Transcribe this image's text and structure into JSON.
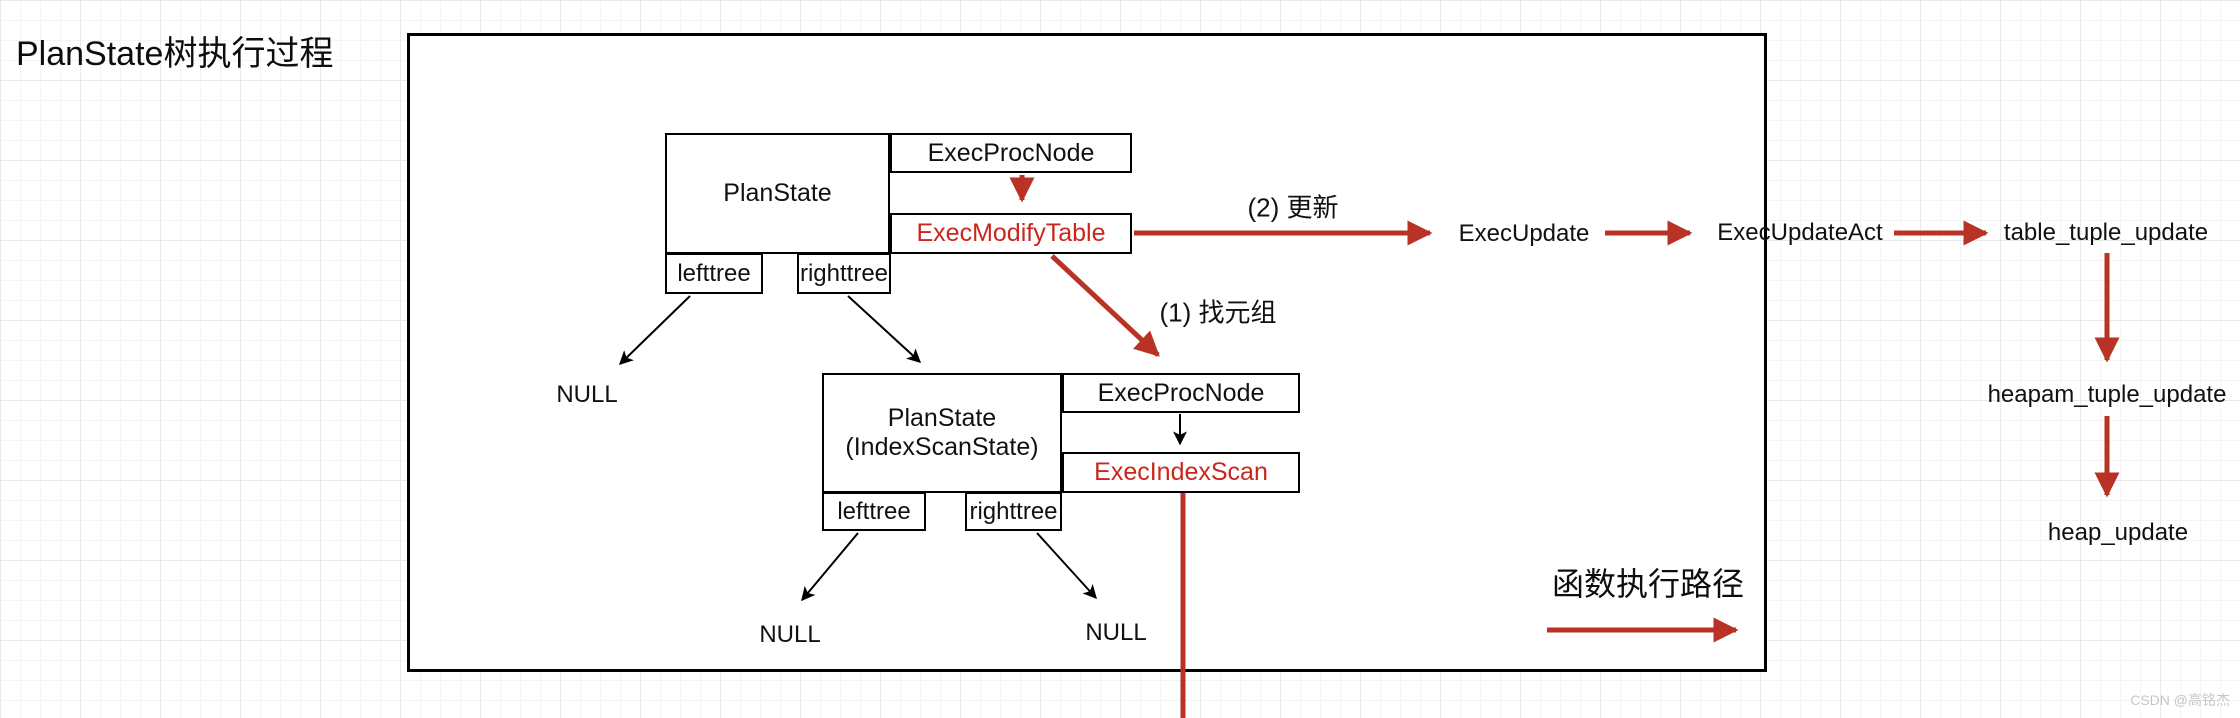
{
  "title": "PlanState树执行过程",
  "watermark": "CSDN @高铭杰",
  "colors": {
    "red_line": "#b93226",
    "red_text": "#c8271e",
    "black": "#000000",
    "watermark_gray": "#c6c6c6"
  },
  "legend": {
    "label": "函数执行路径"
  },
  "annotations": {
    "step1": "(1) 找元组",
    "step2": "(2) 更新"
  },
  "cluster_top": {
    "node": "PlanState",
    "proc": "ExecProcNode",
    "exec": "ExecModifyTable",
    "lefttree": "lefttree",
    "righttree": "righttree",
    "left_null": "NULL"
  },
  "cluster_index": {
    "node_line1": "PlanState",
    "node_line2": "(IndexScanState)",
    "proc": "ExecProcNode",
    "exec": "ExecIndexScan",
    "lefttree": "lefttree",
    "righttree": "righttree",
    "left_null": "NULL",
    "right_null": "NULL"
  },
  "call_chain": {
    "exec_update": "ExecUpdate",
    "exec_update_act": "ExecUpdateAct",
    "table_tuple_update": "table_tuple_update",
    "heapam_tuple_update": "heapam_tuple_update",
    "heap_update": "heap_update"
  }
}
